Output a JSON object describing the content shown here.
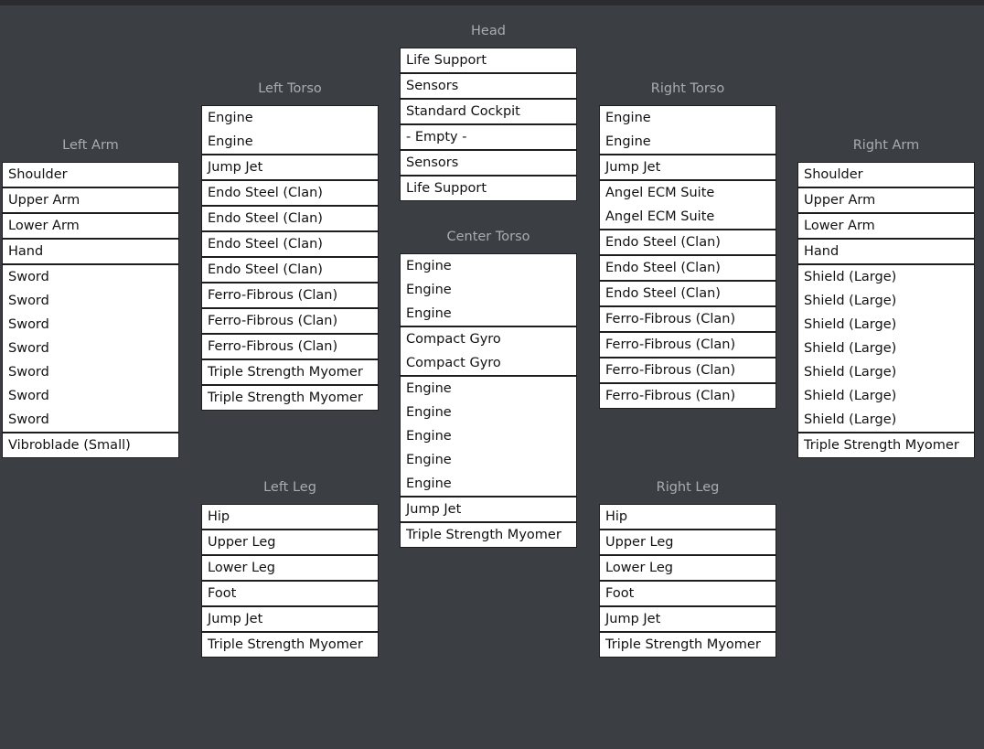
{
  "locations": {
    "head": {
      "title": "Head",
      "groups": [
        [
          "Life Support"
        ],
        [
          "Sensors"
        ],
        [
          "Standard Cockpit"
        ],
        [
          "- Empty -"
        ],
        [
          "Sensors"
        ],
        [
          "Life Support"
        ]
      ]
    },
    "left_arm": {
      "title": "Left Arm",
      "groups": [
        [
          "Shoulder"
        ],
        [
          "Upper Arm"
        ],
        [
          "Lower Arm"
        ],
        [
          "Hand"
        ],
        [
          "Sword",
          "Sword",
          "Sword",
          "Sword",
          "Sword",
          "Sword",
          "Sword"
        ],
        [
          "Vibroblade (Small)"
        ]
      ]
    },
    "left_torso": {
      "title": "Left Torso",
      "groups": [
        [
          "Engine",
          "Engine"
        ],
        [
          "Jump Jet"
        ],
        [
          "Endo Steel (Clan)"
        ],
        [
          "Endo Steel (Clan)"
        ],
        [
          "Endo Steel (Clan)"
        ],
        [
          "Endo Steel (Clan)"
        ],
        [
          "Ferro-Fibrous (Clan)"
        ],
        [
          "Ferro-Fibrous (Clan)"
        ],
        [
          "Ferro-Fibrous (Clan)"
        ],
        [
          "Triple Strength Myomer"
        ],
        [
          "Triple Strength Myomer"
        ]
      ]
    },
    "center_torso": {
      "title": "Center Torso",
      "groups": [
        [
          "Engine",
          "Engine",
          "Engine"
        ],
        [
          "Compact Gyro",
          "Compact Gyro"
        ],
        [
          "Engine",
          "Engine",
          "Engine",
          "Engine",
          "Engine"
        ],
        [
          "Jump Jet"
        ],
        [
          "Triple Strength Myomer"
        ]
      ]
    },
    "right_torso": {
      "title": "Right Torso",
      "groups": [
        [
          "Engine",
          "Engine"
        ],
        [
          "Jump Jet"
        ],
        [
          "Angel ECM Suite",
          "Angel ECM Suite"
        ],
        [
          "Endo Steel (Clan)"
        ],
        [
          "Endo Steel (Clan)"
        ],
        [
          "Endo Steel (Clan)"
        ],
        [
          "Ferro-Fibrous (Clan)"
        ],
        [
          "Ferro-Fibrous (Clan)"
        ],
        [
          "Ferro-Fibrous (Clan)"
        ],
        [
          "Ferro-Fibrous (Clan)"
        ]
      ]
    },
    "right_arm": {
      "title": "Right Arm",
      "groups": [
        [
          "Shoulder"
        ],
        [
          "Upper Arm"
        ],
        [
          "Lower Arm"
        ],
        [
          "Hand"
        ],
        [
          "Shield (Large)",
          "Shield (Large)",
          "Shield (Large)",
          "Shield (Large)",
          "Shield (Large)",
          "Shield (Large)",
          "Shield (Large)"
        ],
        [
          "Triple Strength Myomer"
        ]
      ]
    },
    "left_leg": {
      "title": "Left Leg",
      "groups": [
        [
          "Hip"
        ],
        [
          "Upper Leg"
        ],
        [
          "Lower Leg"
        ],
        [
          "Foot"
        ],
        [
          "Jump Jet"
        ],
        [
          "Triple Strength Myomer"
        ]
      ]
    },
    "right_leg": {
      "title": "Right Leg",
      "groups": [
        [
          "Hip"
        ],
        [
          "Upper Leg"
        ],
        [
          "Lower Leg"
        ],
        [
          "Foot"
        ],
        [
          "Jump Jet"
        ],
        [
          "Triple Strength Myomer"
        ]
      ]
    }
  }
}
